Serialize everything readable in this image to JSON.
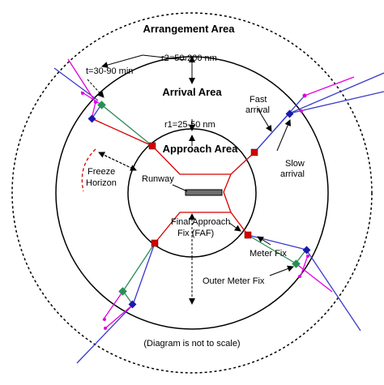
{
  "labels": {
    "arrangement_area": "Arrangement Area",
    "arrival_area": "Arrival Area",
    "approach_area": "Approach Area",
    "t_range": "t=30-90 min",
    "r2_range": "r2=50-200 nm",
    "r1_range": "r1=25-50 nm",
    "fast_arrival_line1": "Fast",
    "fast_arrival_line2": "arrival",
    "slow_arrival_line1": "Slow",
    "slow_arrival_line2": "arrival",
    "freeze_horizon_line1": "Freeze",
    "freeze_horizon_line2": "Horizon",
    "runway": "Runway",
    "faf_line1": "Final Approach",
    "faf_line2": "Fix (FAF)",
    "meter_fix": "Meter Fix",
    "outer_meter_fix": "Outer Meter Fix",
    "footnote": "(Diagram is not to scale)"
  },
  "colors": {
    "ring": "#000000",
    "red_route": "#d40000",
    "green_route": "#2e8b57",
    "blue_route": "#3a3acc",
    "magenta_route": "#e000e0",
    "runway": "#707070"
  }
}
